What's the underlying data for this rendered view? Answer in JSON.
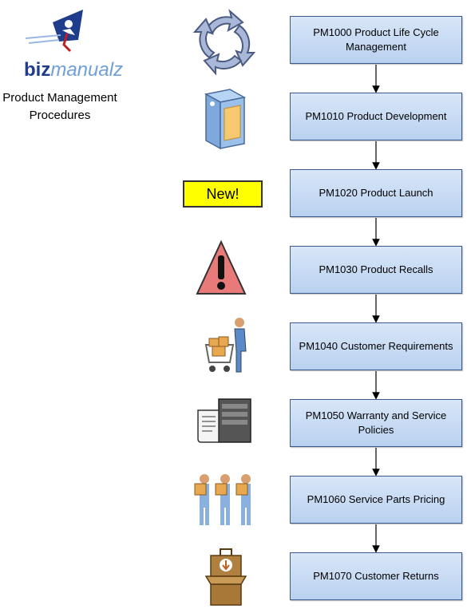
{
  "logo": {
    "brand_part1": "biz",
    "brand_part2": "manualz",
    "subtitle": "Product Management Procedures"
  },
  "new_badge": "New!",
  "steps": [
    {
      "label": "PM1000 Product Life Cycle Management",
      "icon": "cycle-arrows-icon"
    },
    {
      "label": "PM1010 Product Development",
      "icon": "software-box-icon"
    },
    {
      "label": "PM1020 Product Launch",
      "icon": "new-badge"
    },
    {
      "label": "PM1030 Product Recalls",
      "icon": "warning-triangle-icon"
    },
    {
      "label": "PM1040 Customer Requirements",
      "icon": "shopping-cart-person-icon"
    },
    {
      "label": "PM1050 Warranty and Service Policies",
      "icon": "server-document-icon"
    },
    {
      "label": "PM1060 Service Parts Pricing",
      "icon": "people-carrying-boxes-icon"
    },
    {
      "label": "PM1070 Customer Returns",
      "icon": "return-box-icon"
    }
  ],
  "colors": {
    "step_fill": "#c6dbf3",
    "step_border": "#3a5a8c",
    "badge_fill": "#ffff00",
    "warning_fill": "#e87a7a"
  }
}
